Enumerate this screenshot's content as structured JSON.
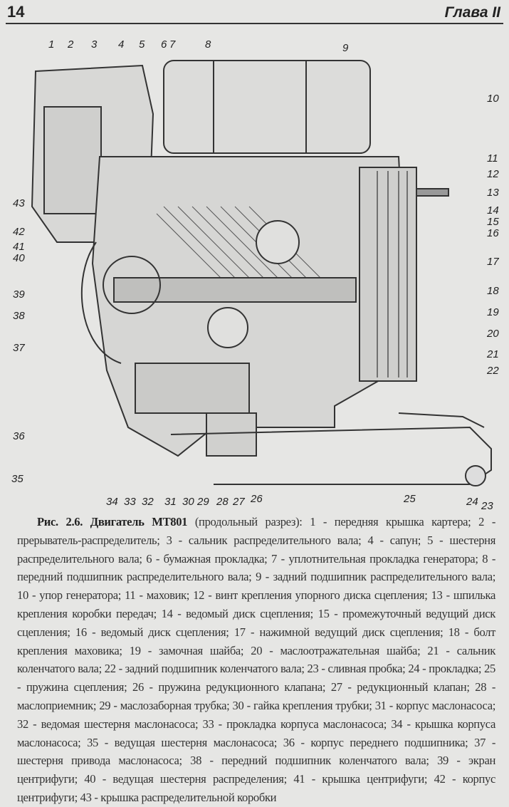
{
  "header": {
    "page_number": "14",
    "chapter": "Глава II"
  },
  "diagram": {
    "callouts": [
      "1",
      "2",
      "3",
      "4",
      "5",
      "6",
      "7",
      "8",
      "9",
      "10",
      "11",
      "12",
      "13",
      "14",
      "15",
      "16",
      "17",
      "18",
      "19",
      "20",
      "21",
      "22",
      "23",
      "24",
      "25",
      "26",
      "27",
      "28",
      "29",
      "30",
      "31",
      "32",
      "33",
      "34",
      "35",
      "36",
      "37",
      "38",
      "39",
      "40",
      "41",
      "42",
      "43"
    ]
  },
  "caption": {
    "title": "Рис. 2.6. Двигатель МТ801",
    "text": " (продольный разрез): 1 - передняя крышка картера; 2 - прерыватель-распределитель; 3 - сальник распределительного вала; 4 - сапун; 5 - шестерня распределительного вала; 6 - бумажная прокладка; 7 - уплотнительная прокладка генератора; 8 - передний подшипник распределительного вала; 9 - задний подшипник распределительного вала; 10 - упор генератора; 11 - маховик; 12 - винт крепления упорного диска сцепления; 13 - шпилька крепления коробки передач; 14 - ведомый диск сцепления; 15 - промежуточный ведущий диск сцепления; 16 - ведомый диск сцепления; 17 - нажимной ведущий диск сцепления; 18 - болт крепления маховика; 19 - замочная шайба; 20 - маслоотражательная шайба; 21 - сальник коленчатого вала; 22 - задний подшипник коленчатого вала; 23 - сливная пробка; 24 - прокладка; 25 - пружина сцепления; 26 - пружина редукционного клапана; 27 - редукционный клапан; 28 - маслоприемник; 29 - маслозаборная трубка; 30 - гайка крепления трубки; 31 - корпус маслонасоса; 32 - ведомая шестерня маслонасоса; 33 - прокладка корпуса маслонасоса; 34 - крышка корпуса маслонасоса; 35 - ведущая шестерня маслонасоса; 36 - корпус переднего подшипника; 37 - шестерня привода маслонасоса; 38 - передний подшипник коленчатого вала; 39 - экран центрифуги; 40 - ведущая шестерня распределения; 41 - крышка центрифуги; 42 - корпус центрифуги; 43 - крышка распределительной коробки"
  }
}
